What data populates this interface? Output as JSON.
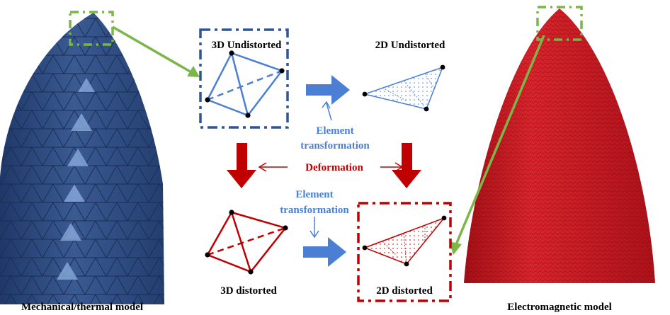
{
  "labels": {
    "mechanical_model": "Mechanical/thermal model",
    "electromagnetic_model": "Electromagnetic model",
    "undistorted_3d": "3D Undistorted",
    "undistorted_2d": "2D Undistorted",
    "distorted_3d": "3D distorted",
    "distorted_2d": "2D distorted",
    "element_transformation_top_line1": "Element",
    "element_transformation_top_line2": "transformation",
    "element_transformation_bottom_line1": "Element",
    "element_transformation_bottom_line2": "transformation",
    "deformation": "Deformation"
  },
  "colors": {
    "blue_mesh": "#2d4a7f",
    "blue_light": "#8fb0e0",
    "blue_arrow": "#4a7fd4",
    "blue_text": "#4a7fd4",
    "red_mesh": "#c8141e",
    "red_arrow": "#c00000",
    "red_text": "#c00000",
    "green": "#7ab648",
    "dash_blue": "#2f5597",
    "dash_red": "#c00000"
  }
}
